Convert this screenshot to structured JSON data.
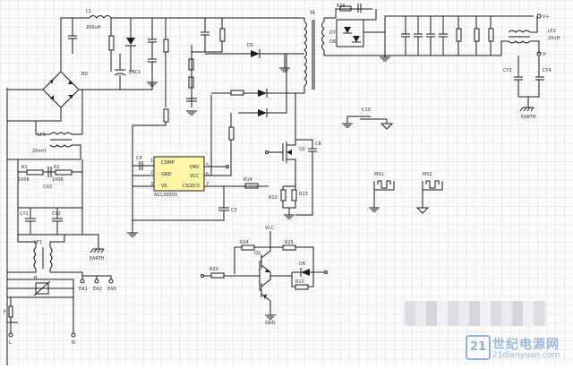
{
  "ic": {
    "part": "NCL30000",
    "pins_left": [
      "COMP",
      "GND",
      "VS"
    ],
    "pins_right": [
      "DRV",
      "VCC",
      "CS/ZCD"
    ],
    "pin_nums_left": [
      "1",
      "2",
      "3"
    ],
    "pin_nums_right": [
      "5",
      "6",
      "7"
    ]
  },
  "labels": {
    "lf3": "LF3",
    "lf3_val": "20mH",
    "lf2": "LF2",
    "lf2_val": "20uH",
    "lf1": "LF1",
    "l1": "L1",
    "l1_val": "200uH",
    "bd": "BD",
    "r1": "R1",
    "r1_val": "100K",
    "r2": "R2",
    "r2_val": "100K",
    "cy1": "CY1",
    "cy2": "CY2",
    "cx2": "CX2",
    "earth1": "EARTH",
    "earth2": "EARTH",
    "ea1": "EA1",
    "ea2": "EA2",
    "ea3": "EA3",
    "ebc1": "EBC1",
    "d5": "D5",
    "d7": "D7",
    "d8": "D8",
    "r16": "R16",
    "ta": "TA",
    "q1": "Q1",
    "q2": "Q2",
    "r14": "R14",
    "r13": "R13",
    "r12": "R12",
    "c10": "C10",
    "ms1": "MS1",
    "ms2": "MS2",
    "vcc1": "VCC",
    "vcc2": "VCC",
    "r24": "R24",
    "r25": "R25",
    "r33": "R33",
    "r22": "R22",
    "d6": "D6",
    "b_lbl": "B",
    "gnd": "GND",
    "f1": "F",
    "l_lbl": "L",
    "n_lbl": "N",
    "v_plus": "V+",
    "v_minus": "V-",
    "cy3": "CY3",
    "cy4": "CY4",
    "c4": "C4",
    "c3": "C3",
    "c8": "C8"
  },
  "watermark": {
    "logo_text": "21",
    "text": "世纪电源网",
    "url": "21dianyuan.com"
  }
}
